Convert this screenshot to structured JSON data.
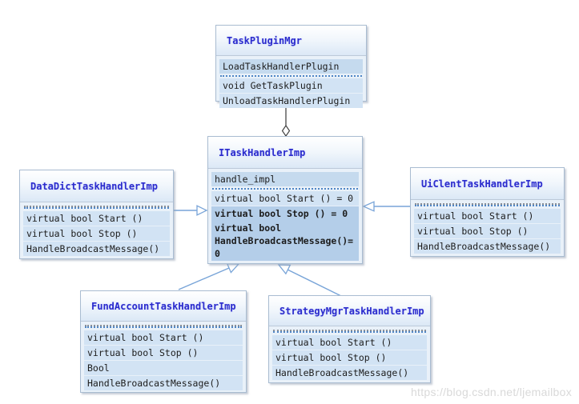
{
  "page": {
    "watermark": "https://blog.csdn.net/ljemailbox"
  },
  "colors": {
    "class_title_text": "#2b2bcd",
    "member_text": "#1c1c1c",
    "box_border": "#a9bcd1",
    "body_background": "#e9f1f9",
    "attribute_row_background": "#c5daee",
    "method_row_background": "#d2e3f4",
    "selected_row_background": "#b4cee9",
    "dashed_separator": "#4f86c6",
    "inheritance_arrow": "#78a4d8",
    "aggregation_line": "#3a3a3a"
  },
  "classes": {
    "taskPluginMgr": {
      "title": "TaskPluginMgr",
      "attribute": "LoadTaskHandlerPlugin",
      "method1": "void GetTaskPlugin",
      "method2": "UnloadTaskHandlerPlugin"
    },
    "iTaskHandlerImp": {
      "title": "ITaskHandlerImp",
      "attribute": "handle_impl",
      "method1": "virtual bool Start () = 0",
      "selected1": "virtual bool Stop () = 0",
      "selected2": "virtual bool HandleBroadcastMessage()= 0"
    },
    "dataDictTaskHandlerImp": {
      "title": "DataDictTaskHandlerImp",
      "method1": "virtual bool Start ()",
      "method2": "virtual bool Stop ()",
      "method3": "HandleBroadcastMessage()"
    },
    "uiClentTaskHandlerImp": {
      "title": "UiClentTaskHandlerImp",
      "method1": "virtual bool Start ()",
      "method2": "virtual bool Stop ()",
      "method3": "HandleBroadcastMessage()"
    },
    "fundAccountTaskHandlerImp": {
      "title": "FundAccountTaskHandlerImp",
      "method1": "virtual bool Start ()",
      "method2": "virtual bool Stop ()",
      "method3": "Bool",
      "method4": "HandleBroadcastMessage()"
    },
    "strategyMgrTaskHandlerImp": {
      "title": "StrategyMgrTaskHandlerImp",
      "method1": "virtual bool Start ()",
      "method2": "virtual bool Stop ()",
      "method3": "HandleBroadcastMessage()"
    }
  }
}
